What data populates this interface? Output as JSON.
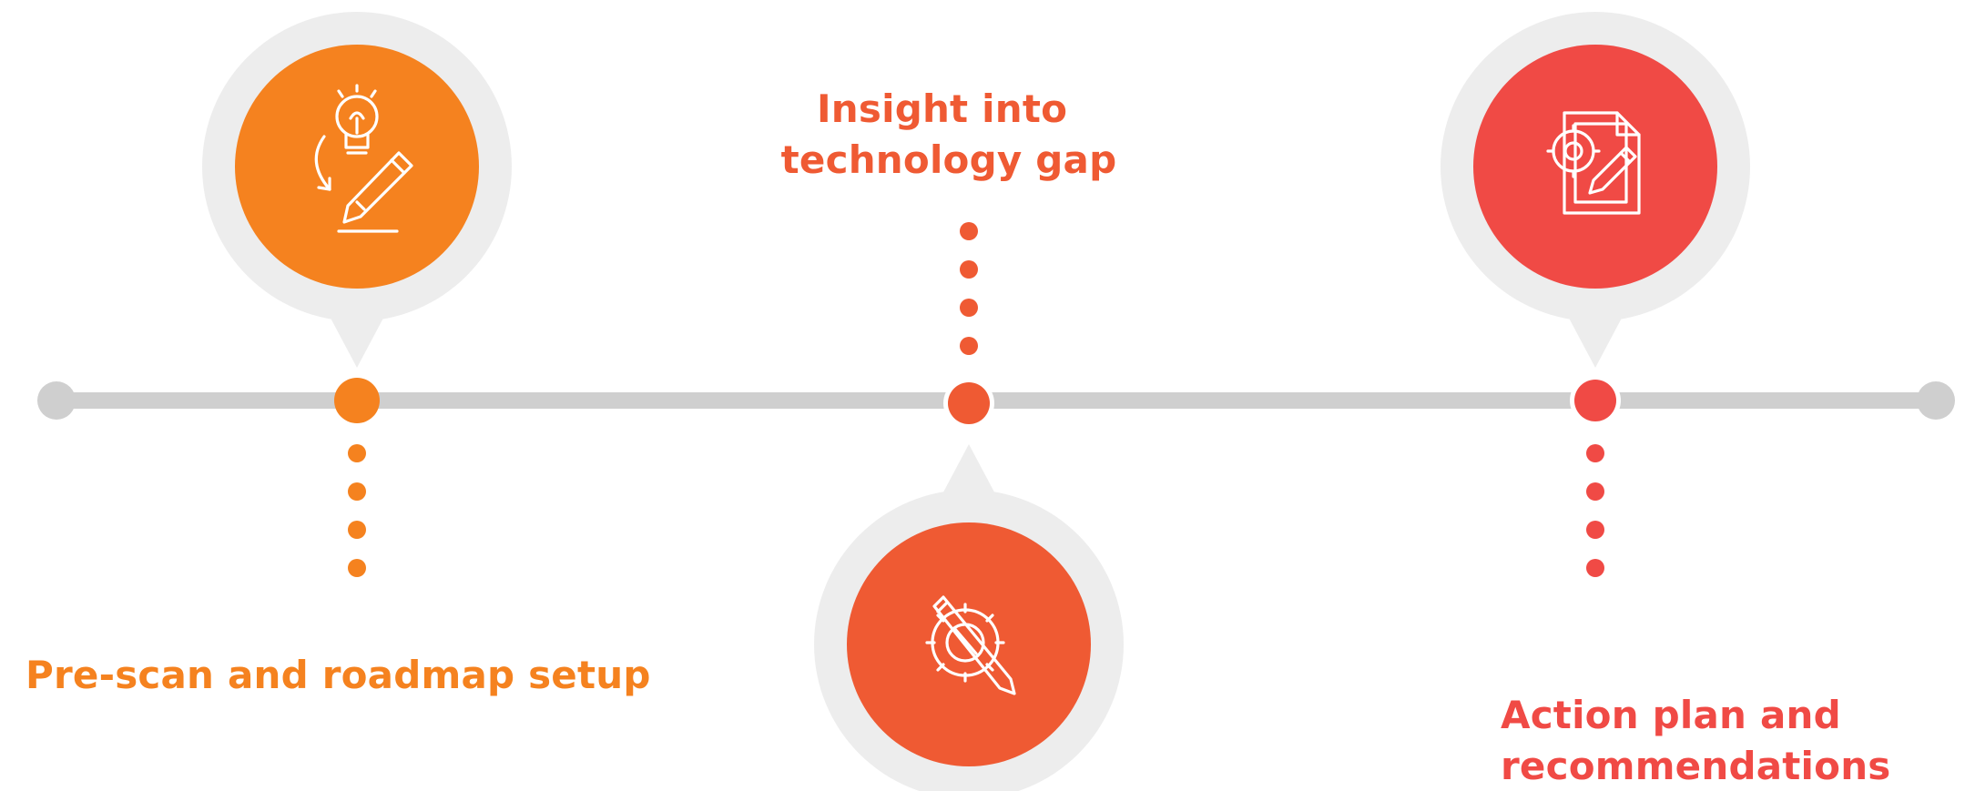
{
  "steps": [
    {
      "label_lines": [
        "Pre-scan and roadmap setup"
      ],
      "color": "#f5821f",
      "icon": "lightbulb-pencil-icon"
    },
    {
      "label_lines": [
        "Insight into",
        "technology gap"
      ],
      "color": "#ef5a33",
      "icon": "gear-pencil-icon"
    },
    {
      "label_lines": [
        "Action plan and",
        "recommendations"
      ],
      "color": "#f04a45",
      "icon": "document-gear-icon"
    }
  ],
  "colors": {
    "timeline": "#cfcfcf",
    "bubble_halo": "#ededed",
    "icon_stroke": "#ffffff"
  }
}
